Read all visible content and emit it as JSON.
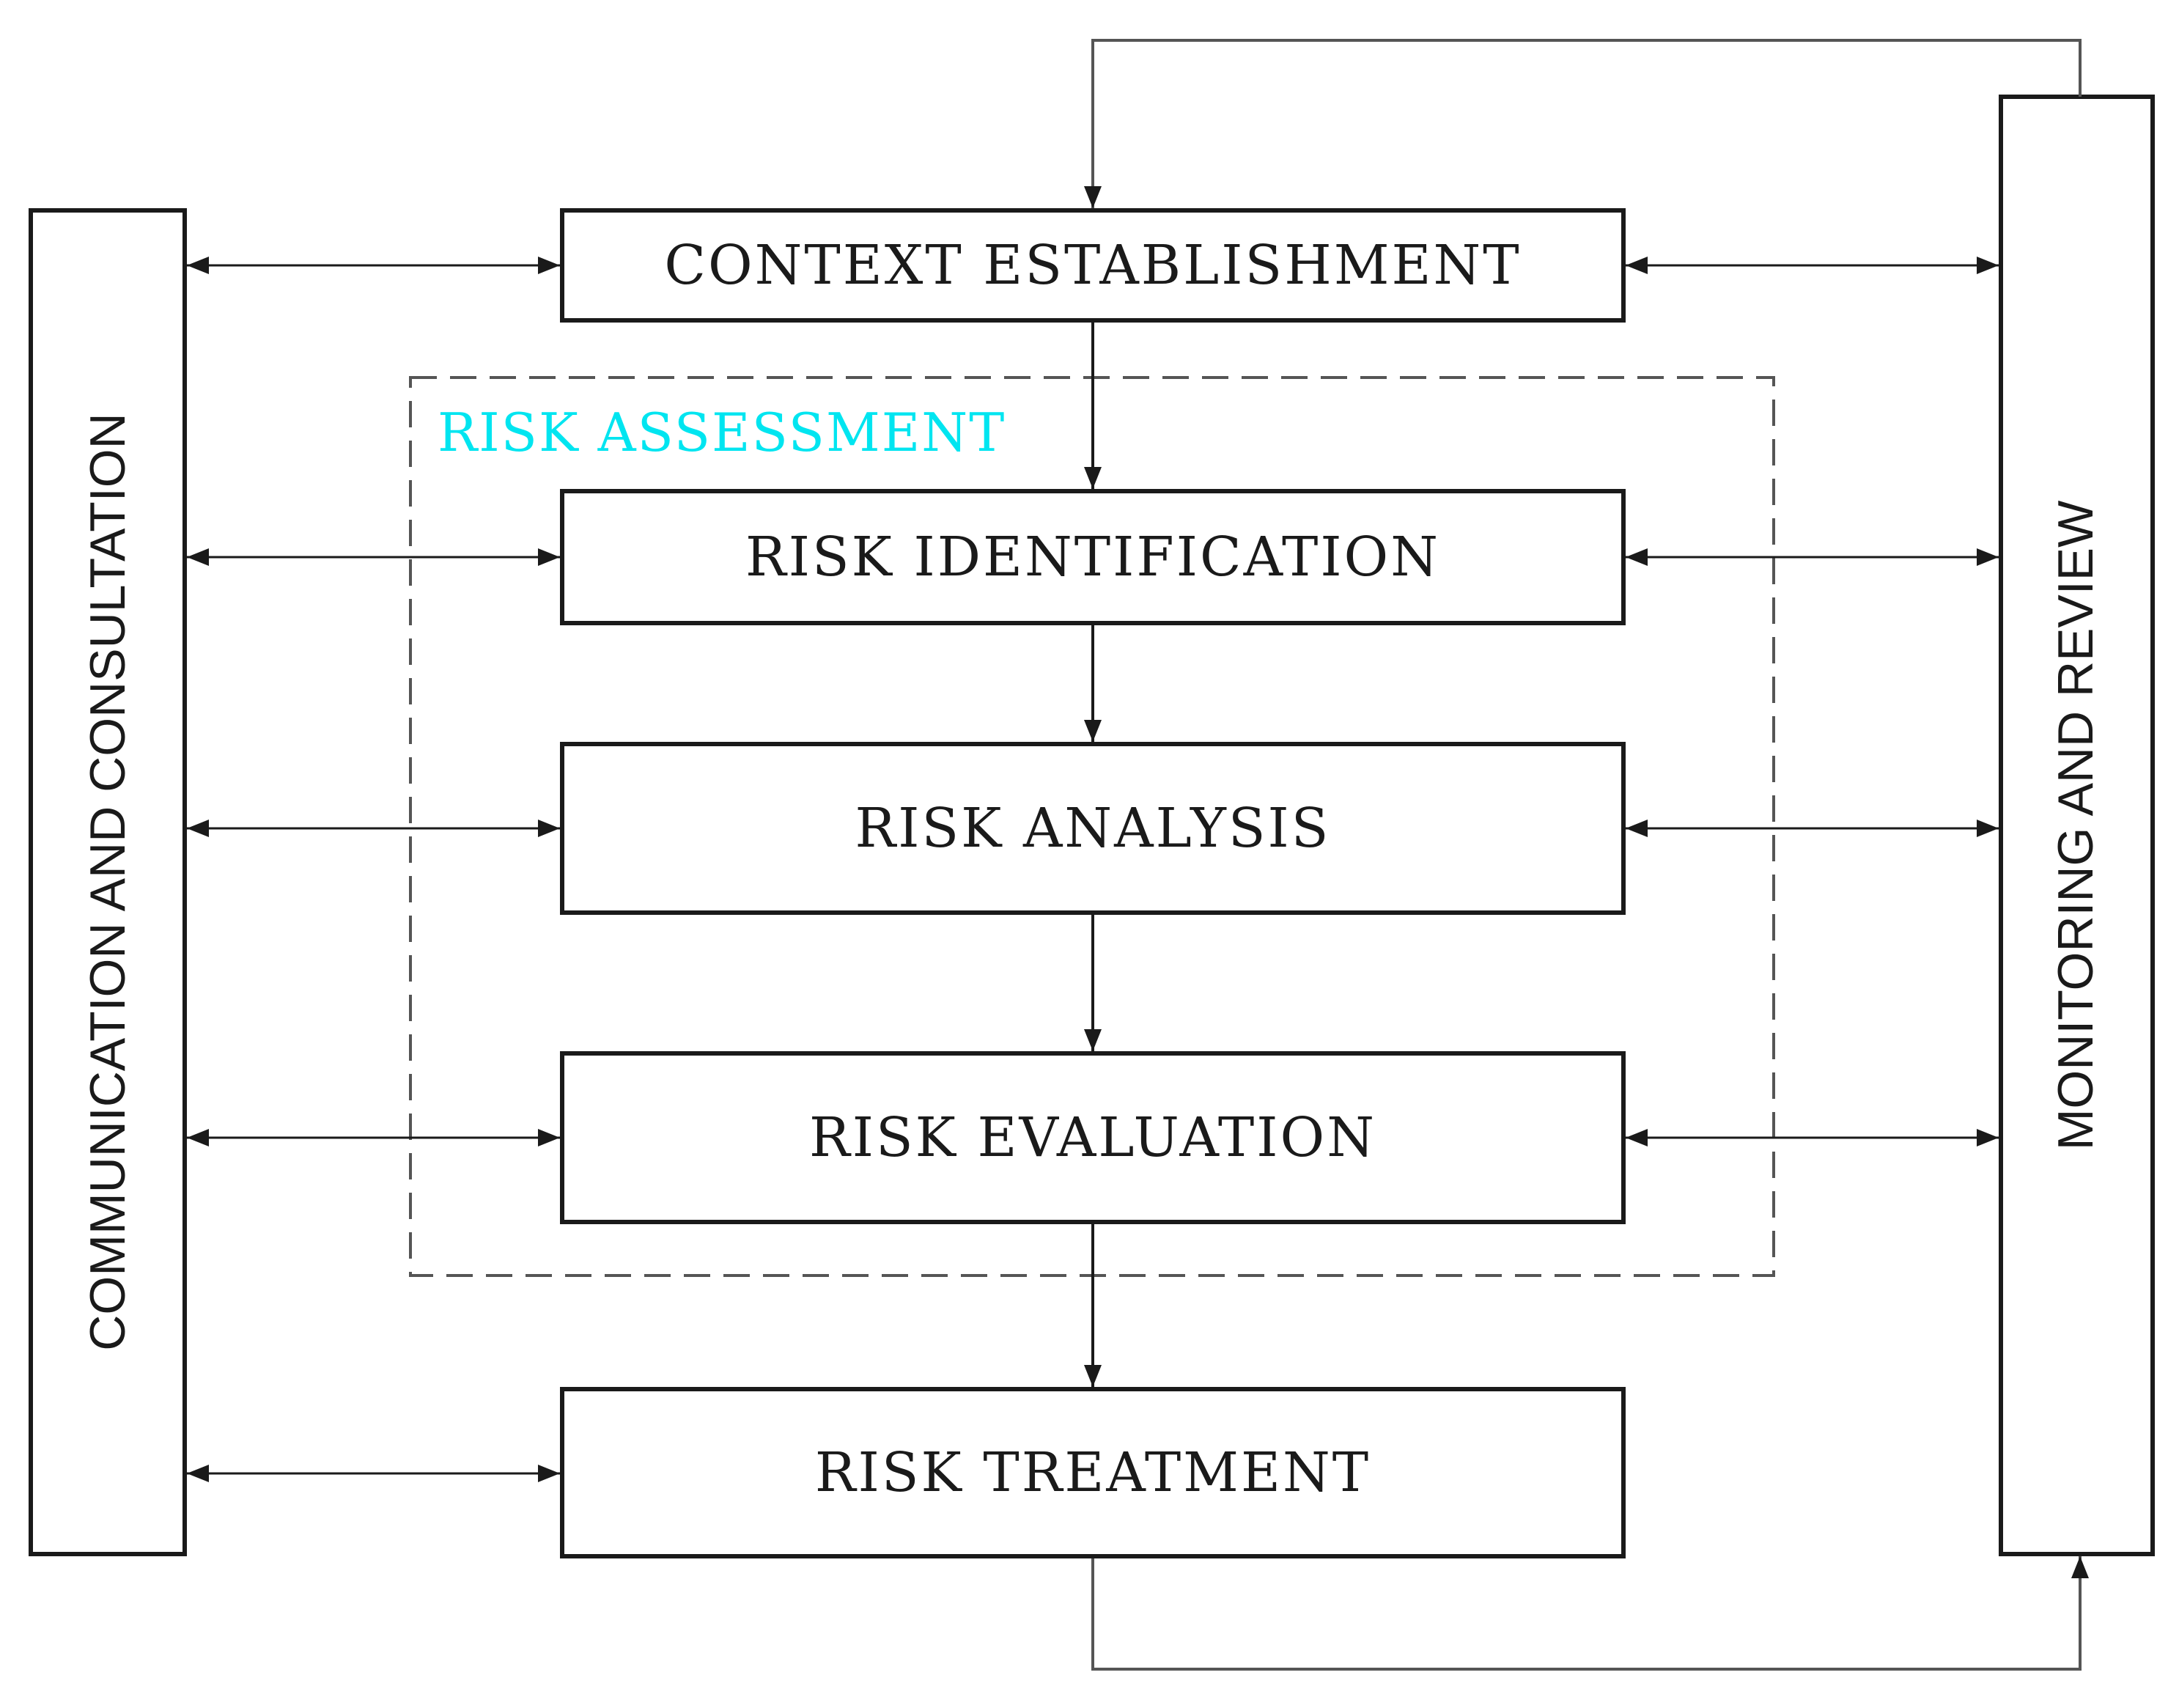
{
  "diagram": {
    "left_panel": {
      "label": "COMMUNICATION AND CONSULTATION"
    },
    "right_panel": {
      "label": "MONITORING AND REVIEW"
    },
    "group": {
      "label": "RISK ASSESSMENT",
      "label_color": "#00e5f0"
    },
    "boxes": [
      {
        "id": "context",
        "label": "CONTEXT ESTABLISHMENT"
      },
      {
        "id": "identification",
        "label": "RISK IDENTIFICATION"
      },
      {
        "id": "analysis",
        "label": "RISK ANALYSIS"
      },
      {
        "id": "evaluation",
        "label": "RISK EVALUATION"
      },
      {
        "id": "treatment",
        "label": "RISK TREATMENT"
      }
    ],
    "colors": {
      "line": "#1a1a1a",
      "feedback_line": "#555555",
      "dashed_border": "#555555"
    }
  }
}
